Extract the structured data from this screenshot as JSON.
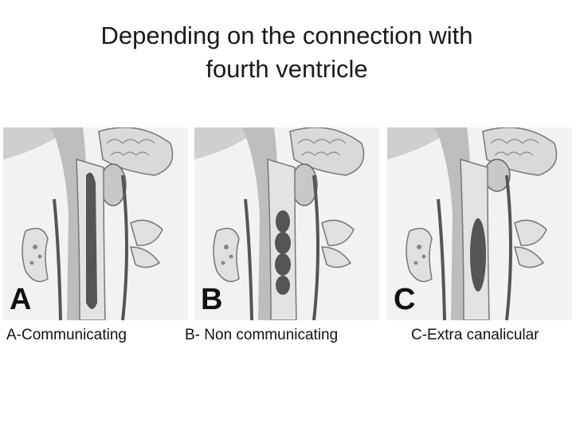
{
  "slide": {
    "title_line1": "Depending on the connection with",
    "title_line2": "fourth ventricle"
  },
  "panels": [
    {
      "letter": "A",
      "caption": "A-Communicating"
    },
    {
      "letter": "B",
      "caption": "B- Non communicating"
    },
    {
      "letter": "C",
      "caption": "C-Extra canalicular"
    }
  ]
}
